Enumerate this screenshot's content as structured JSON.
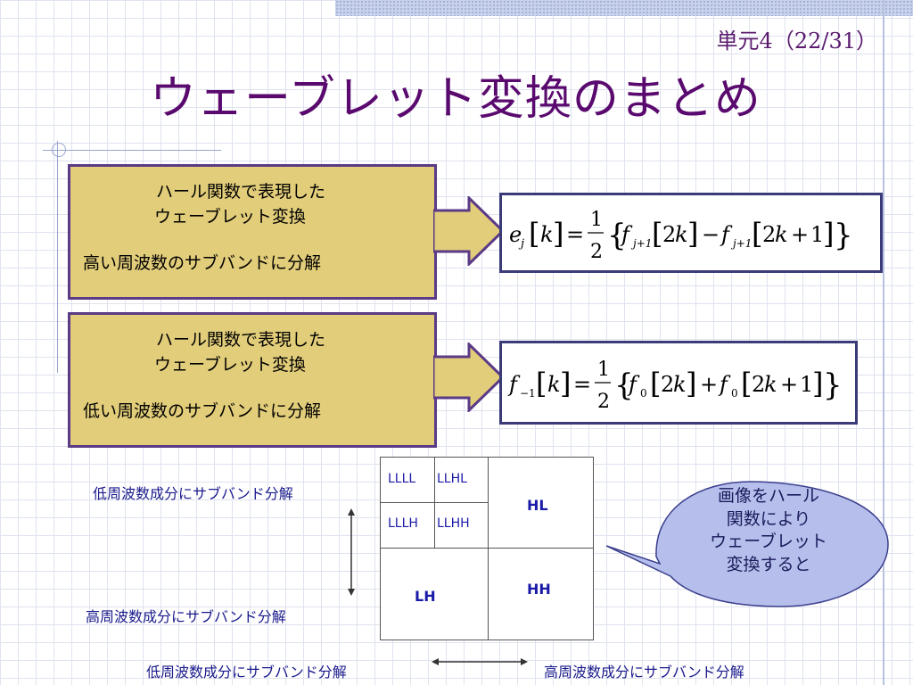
{
  "header": {
    "unit": "単元4（22/31）",
    "title": "ウェーブレット変換のまとめ"
  },
  "box_high": {
    "line1": "ハール関数で表現した",
    "line2": "ウェーブレット変換",
    "line3": "高い周波数のサブバンドに分解"
  },
  "box_low": {
    "line1": "ハール関数で表現した",
    "line2": "ウェーブレット変換",
    "line3": "低い周波数のサブバンドに分解"
  },
  "formula_high": {
    "text": "e_j[k] = 1/2 { f_{j+1}[2k] − f_{j+1}[2k+1] }"
  },
  "formula_low": {
    "text": "f_{−1}[k] = 1/2 { f_0[2k] + f_0[2k+1] }"
  },
  "subbands": {
    "llll": "LLLL",
    "llhl": "LLHL",
    "lllh": "LLLH",
    "llhh": "LLHH",
    "hl": "HL",
    "lh": "LH",
    "hh": "HH"
  },
  "axis_labels": {
    "vertical_top": "低周波数成分にサブバンド分解",
    "vertical_bottom": "高周波数成分にサブバンド分解",
    "horizontal_left": "低周波数成分にサブバンド分解",
    "horizontal_right": "高周波数成分にサブバンド分解"
  },
  "callout": {
    "lines": [
      "画像をハール",
      "関数により",
      "ウェーブレット",
      "変換すると"
    ]
  },
  "colors": {
    "title": "#5a0a6e",
    "box_fill": "#e2cd7a",
    "box_border": "#5b3a86",
    "callout_fill": "#b6bfec",
    "subband_text": "#1a1aa8"
  }
}
